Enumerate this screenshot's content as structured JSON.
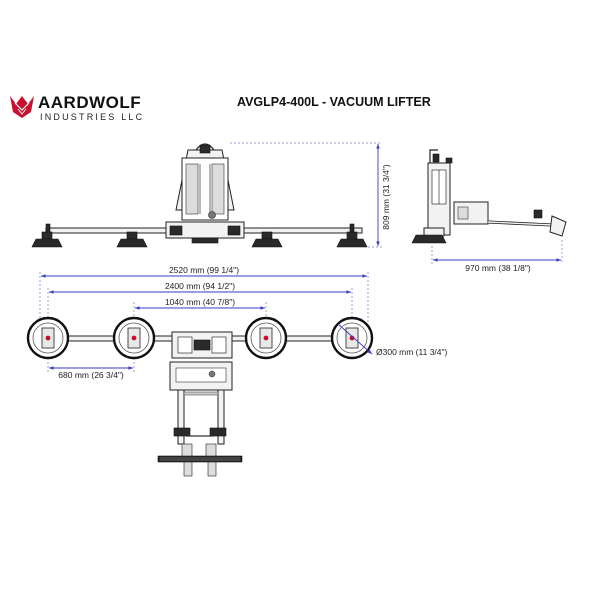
{
  "brand": {
    "name": "AARDWOLF",
    "subtitle": "INDUSTRIES LLC",
    "logo_color": "#c8102e"
  },
  "title": "AVGLP4-400L - VACUUM LIFTER",
  "dimensions": {
    "height": "809 mm (31 3/4\")",
    "side_length": "970 mm (38 1/8\")",
    "overall_width": "2520 mm (99 1/4\")",
    "pad_span": "2400 mm (94 1/2\")",
    "inner_span": "1040 mm (40 7/8\")",
    "pad_spacing": "680 mm (26 3/4\")",
    "pad_diameter": "Ø300 mm (11 3/4\")"
  },
  "colors": {
    "dimension_line": "#3a3ac8",
    "outline": "#222222"
  }
}
